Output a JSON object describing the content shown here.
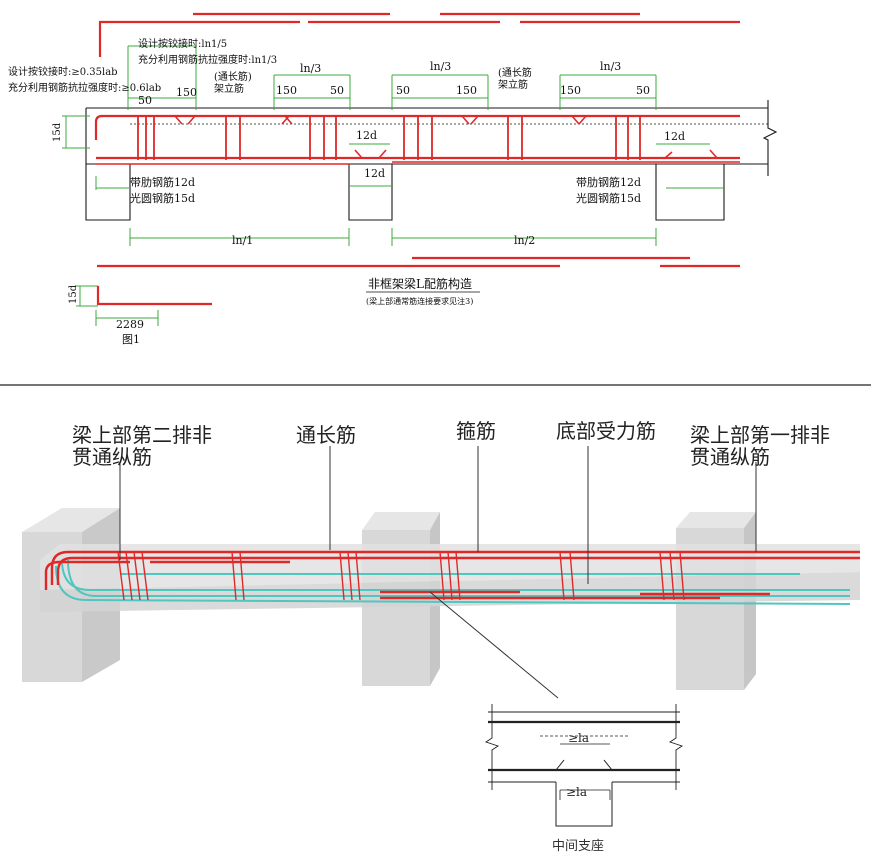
{
  "top_drawing": {
    "notes": {
      "hinge_design": "设计按铰接时:≥0.35lab",
      "full_strength": "充分利用钢筋抗拉强度时:≥0.6lab",
      "span_hinge": "设计按铰接时:ln1/5",
      "span_full": "充分利用钢筋抗拉强度时:ln1/3"
    },
    "dims": {
      "d50_a": "50",
      "d150_a": "150",
      "ln3_a": "ln/3",
      "d150_b": "150",
      "d50_b": "50",
      "ln3_b": "ln/3",
      "d50_c": "50",
      "d150_c": "150",
      "ln3_c": "ln/3",
      "d150_d": "150",
      "d50_d": "50",
      "d15d_left": "15d",
      "d12d_top": "12d",
      "d12d_bottom": "12d",
      "d12d_right": "12d",
      "ln1": "ln/1",
      "ln2": "ln/2",
      "d15d_fig": "15d",
      "d2289": "2289"
    },
    "labels": {
      "through_bar_1a": "(通长筋)",
      "through_bar_1b": "架立筋",
      "through_bar_2a": "(通长筋",
      "through_bar_2b": "架立筋",
      "ribbed_left": "带肋钢筋12d",
      "plain_left": "光圆钢筋15d",
      "ribbed_right": "带肋钢筋12d",
      "plain_right": "光圆钢筋15d",
      "title": "非框架梁L配筋构造",
      "subtitle": "(梁上部通常筋连接要求见注3)",
      "figure": "图1"
    }
  },
  "bottom_drawing": {
    "labels": {
      "upper_second_row_1": "梁上部第二排非",
      "upper_second_row_2": "贯通纵筋",
      "through_bar": "通长筋",
      "stirrup": "箍筋",
      "bottom_bar": "底部受力筋",
      "upper_first_row_1": "梁上部第一排非",
      "upper_first_row_2": "贯通纵筋"
    },
    "detail": {
      "la_top": "≥la",
      "la_bottom": "≥la",
      "caption": "中间支座"
    }
  },
  "colors": {
    "rebar": "#e02828",
    "dimension": "#3ca83c",
    "outline": "#1a1a1a",
    "cyan_bar": "#4fc6c0",
    "concrete": "#dcdcdc"
  }
}
